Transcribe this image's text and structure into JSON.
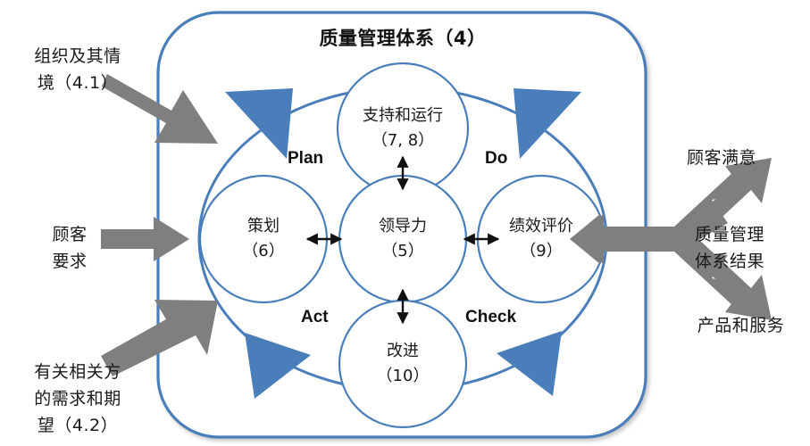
{
  "diagram": {
    "title": "质量管理体系（4）",
    "colors": {
      "outline_blue": "#4a7ebb",
      "arrow_blue": "#4a7ebb",
      "arrow_gray": "#7f7f7f",
      "text_black": "#1a1a1a",
      "background": "#ffffff"
    },
    "pdca": {
      "plan": "Plan",
      "do": "Do",
      "act": "Act",
      "check": "Check"
    },
    "nodes": [
      {
        "id": "support-operation",
        "line1": "支持和运行",
        "line2": "（7, 8）"
      },
      {
        "id": "planning",
        "line1": "策划",
        "line2": "（6）"
      },
      {
        "id": "leadership",
        "line1": "领导力",
        "line2": "（5）"
      },
      {
        "id": "performance",
        "line1": "绩效评价",
        "line2": "（9）"
      },
      {
        "id": "improvement",
        "line1": "改进",
        "line2": "（10）"
      }
    ],
    "inputs": [
      {
        "id": "organization-context",
        "line1": "组织及其情",
        "line2": "境（4.1）"
      },
      {
        "id": "customer-requirements",
        "line1": "顾客",
        "line2": "要求"
      },
      {
        "id": "interested-parties",
        "line1": "有关相关方",
        "line2": "的需求和期",
        "line3": "望（4.2）"
      }
    ],
    "outputs": [
      {
        "id": "customer-satisfaction",
        "line1": "顾客满意"
      },
      {
        "id": "qms-results",
        "line1": "质量管理",
        "line2": "体系结果"
      },
      {
        "id": "products-services",
        "line1": "产品和服务"
      }
    ]
  }
}
